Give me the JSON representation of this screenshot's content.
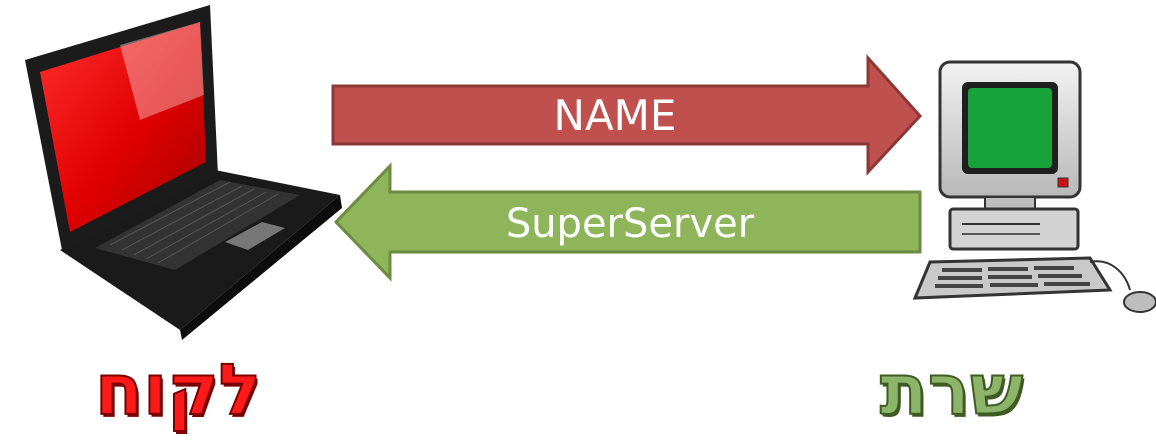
{
  "arrows": {
    "request_label": "NAME",
    "response_label": "SuperServer"
  },
  "captions": {
    "client": "לקוח",
    "server": "שרת"
  },
  "icons": {
    "client": "laptop-icon",
    "server": "desktop-computer-icon"
  },
  "colors": {
    "request_arrow": "#c0504d",
    "response_arrow": "#8fb55a",
    "client_caption": "#ff1a1a",
    "server_caption": "#8db56a"
  }
}
